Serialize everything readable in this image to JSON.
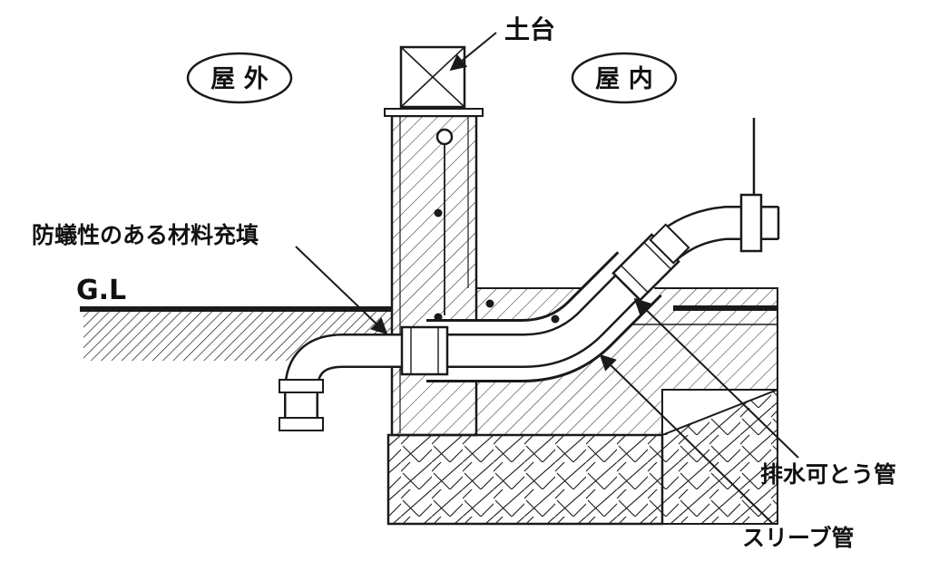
{
  "labels": {
    "dodai": "土台",
    "okugai": "屋 外",
    "okunai": "屋 内",
    "bougisei": "防蟻性のある材料充填",
    "gl": "G.L",
    "haisui": "排水可とう管",
    "sleeve": "スリーブ管"
  },
  "colors": {
    "line": "#1a1a1a",
    "background": "#ffffff"
  }
}
